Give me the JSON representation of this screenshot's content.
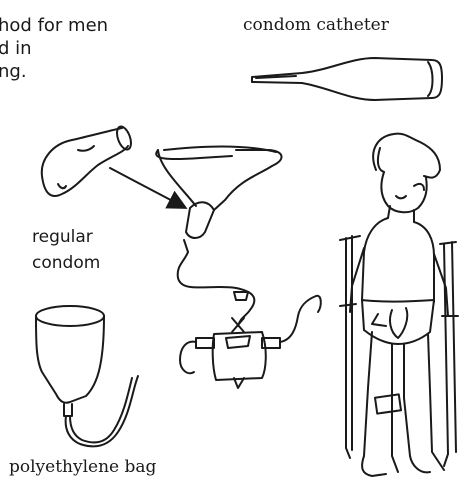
{
  "intro_text": "hod for men\nd in\nng.",
  "labels": {
    "condom_catheter": "condom catheter",
    "regular_condom": "regular\ncondom",
    "polyethylene_bag": "polyethylene bag"
  }
}
